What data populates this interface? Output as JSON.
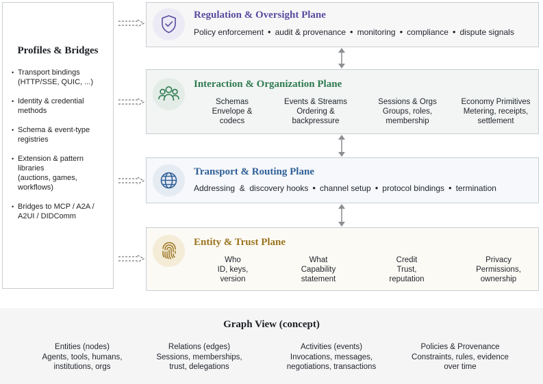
{
  "profiles": {
    "title": "Profiles & Bridges",
    "items": [
      [
        "Transport bindings",
        "(HTTP/SSE, QUIC, ...)"
      ],
      [
        "Identity & credential",
        "methods"
      ],
      [
        "Schema & event-type",
        "registries"
      ],
      [
        "Extension & pattern",
        "libraries",
        "(auctions, games,",
        "workflows)"
      ],
      [
        "Bridges to MCP / A2A /",
        "A2UI / DIDComm"
      ]
    ]
  },
  "planes": {
    "regulation": {
      "title": "Regulation & Oversight Plane",
      "icon": "shield-check-icon",
      "color": "#5b4a9e",
      "items": [
        "Policy enforcement",
        "audit & provenance",
        "monitoring",
        "compliance",
        "dispute signals"
      ]
    },
    "interaction": {
      "title": "Interaction & Organization Plane",
      "icon": "people-group-icon",
      "color": "#2e7a4f",
      "columns": [
        [
          "Schemas",
          "Envelope &",
          "codecs"
        ],
        [
          "Events & Streams",
          "Ordering &",
          "backpressure"
        ],
        [
          "Sessions & Orgs",
          "Groups, roles,",
          "membership"
        ],
        [
          "Economy Primitives",
          "Metering, receipts,",
          "settlement"
        ]
      ]
    },
    "transport": {
      "title": "Transport & Routing Plane",
      "icon": "globe-icon",
      "color": "#2f5f96",
      "items": [
        "Addressing  &  discovery hooks",
        "channel setup",
        "protocol bindings",
        "termination"
      ]
    },
    "entity": {
      "title": "Entity & Trust Plane",
      "icon": "fingerprint-icon",
      "color": "#9a7420",
      "columns": [
        [
          "Who",
          "ID, keys,",
          "version"
        ],
        [
          "What",
          "Capability",
          "statement"
        ],
        [
          "Credit",
          "Trust,",
          "reputation"
        ],
        [
          "Privacy",
          "Permissions,",
          "ownership"
        ]
      ]
    }
  },
  "graph": {
    "title": "Graph View (concept)",
    "columns": [
      [
        "Entities (nodes)",
        "Agents, tools, humans,",
        "institutions, orgs"
      ],
      [
        "Relations (edges)",
        "Sessions, memberships,",
        "trust, delegations"
      ],
      [
        "Activities (events)",
        "Invocations, messages,",
        "negotiations, transactions"
      ],
      [
        "Policies & Provenance",
        "Constraints, rules, evidence",
        "over time"
      ]
    ]
  }
}
